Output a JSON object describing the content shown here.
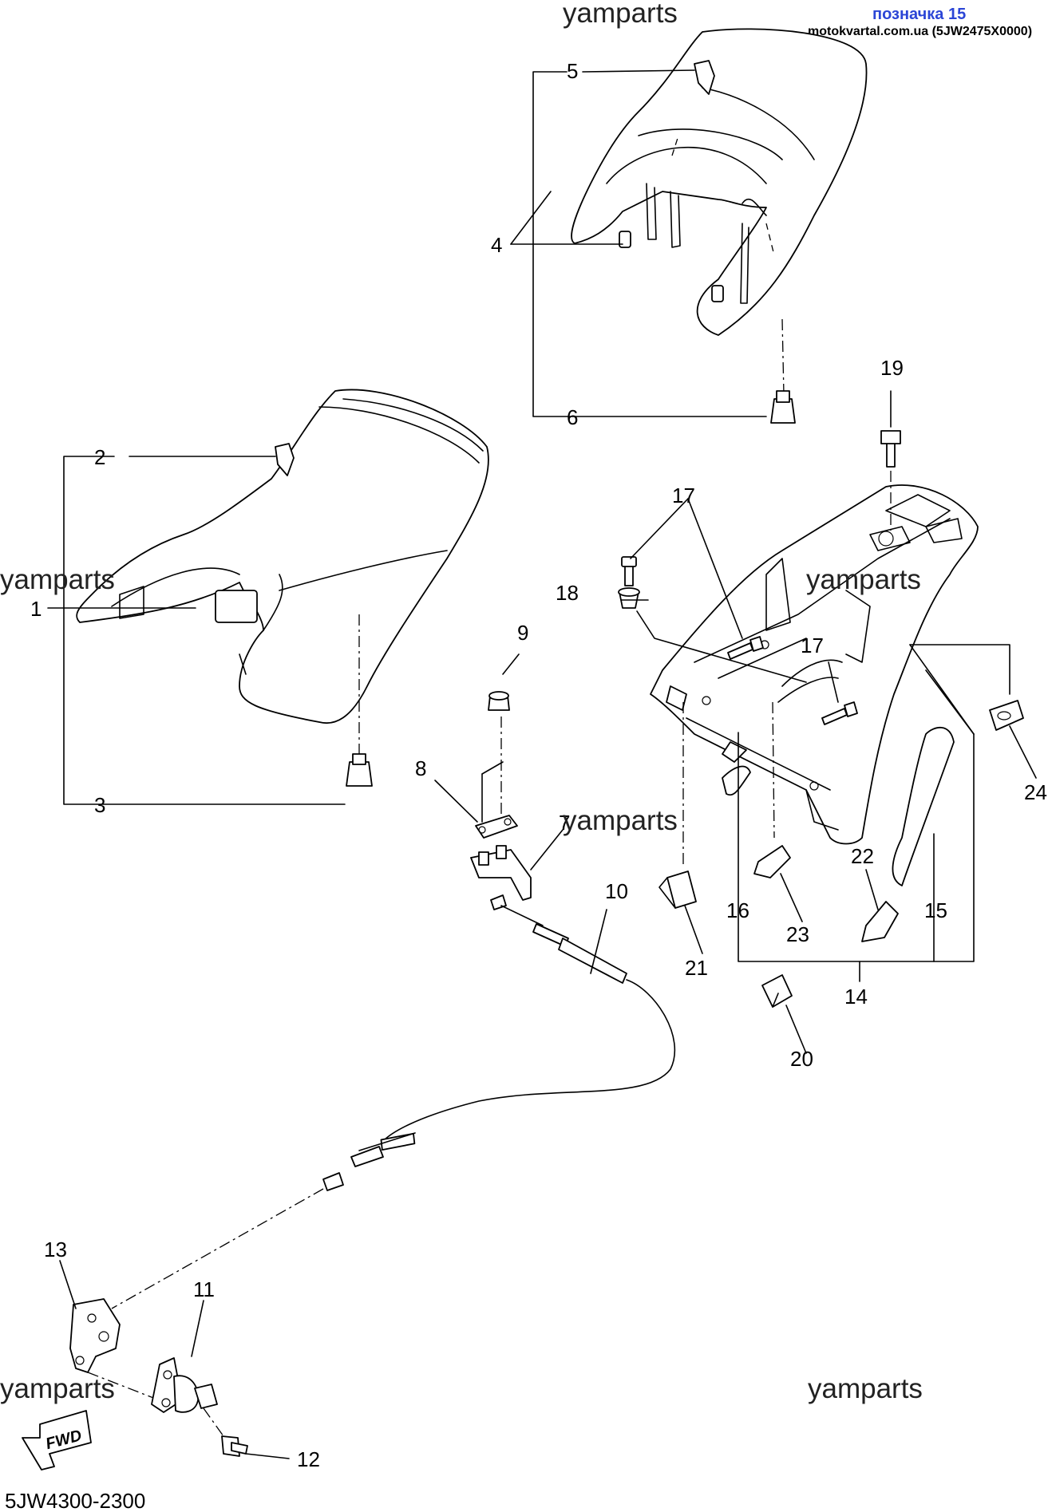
{
  "header": {
    "label": "позначка 15",
    "source": "motokvartal.com.ua (5JW2475X0000)"
  },
  "watermark": "yamparts",
  "diagram_code": "5JW4300-2300",
  "fwd_label": "FWD",
  "callouts": [
    "1",
    "2",
    "3",
    "4",
    "5",
    "6",
    "7",
    "8",
    "9",
    "10",
    "11",
    "12",
    "13",
    "14",
    "15",
    "16",
    "17",
    "17",
    "18",
    "19",
    "20",
    "21",
    "22",
    "23",
    "24"
  ]
}
